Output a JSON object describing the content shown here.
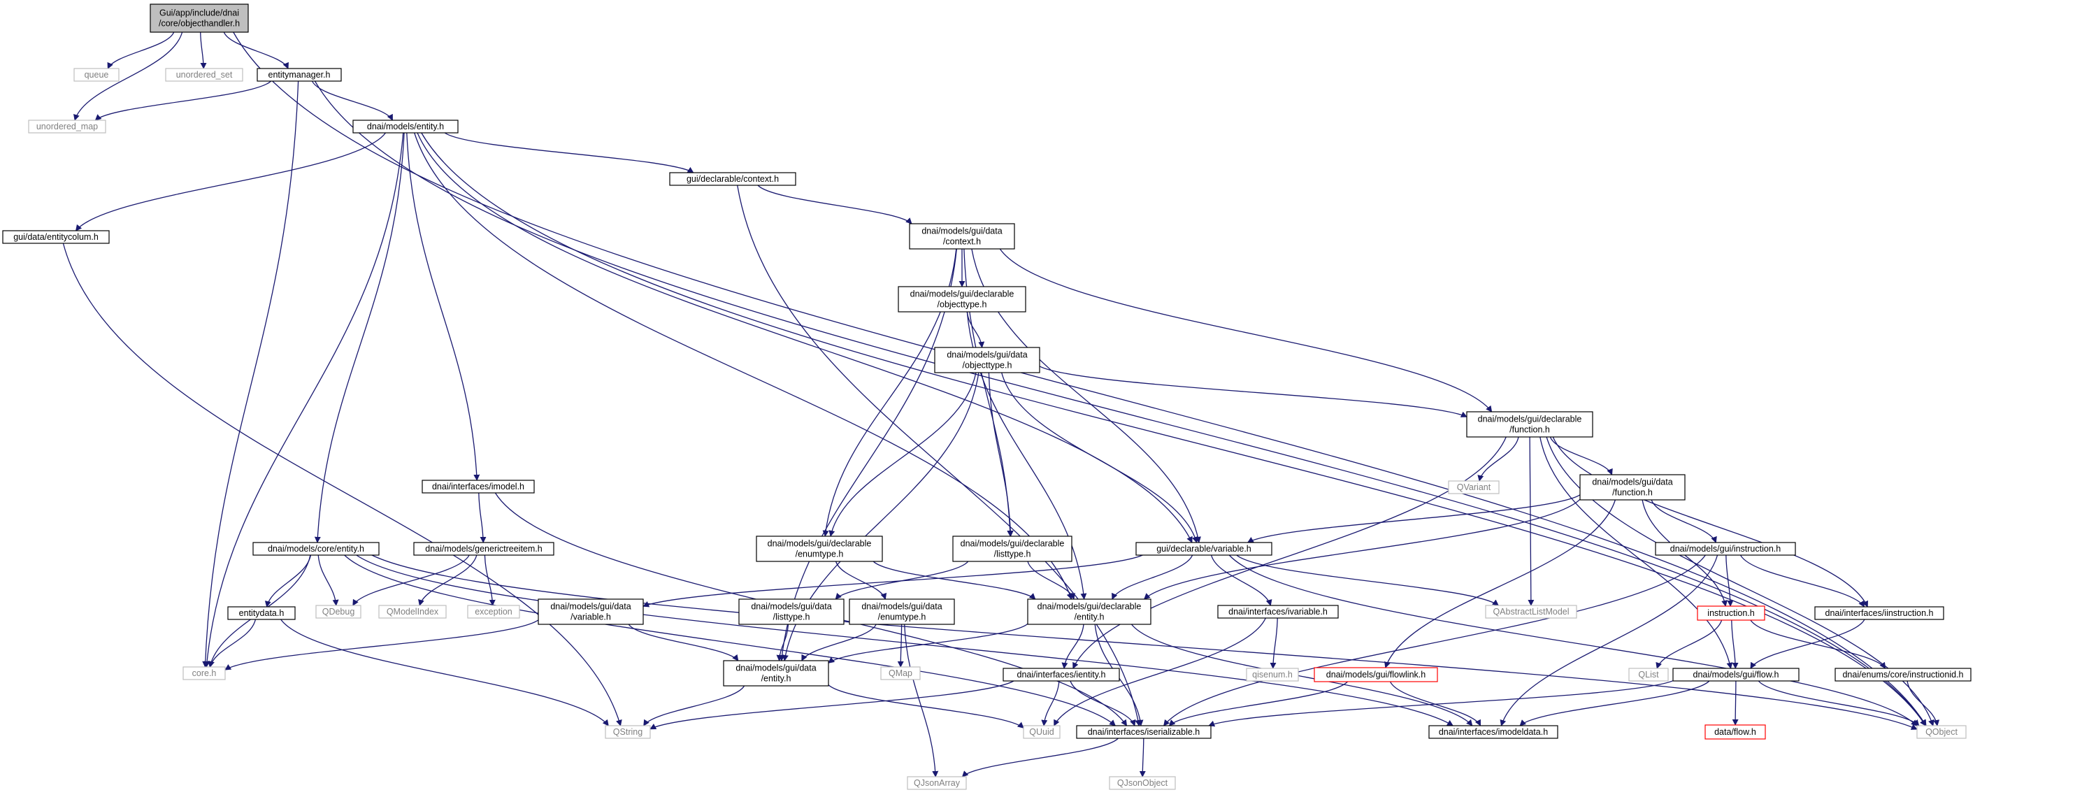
{
  "title": "Gui/app/include/dnai/core/objecthandler.h",
  "colors": {
    "edge": "#191970",
    "node_border": "#000000",
    "external_border": "#bfbfbf",
    "external_text": "#808080",
    "missing_border": "#ff0000",
    "root_fill": "#bfbfbf"
  },
  "nodes": [
    {
      "id": "root",
      "kind": "root",
      "lines": [
        "Gui/app/include/dnai",
        "/core/objecthandler.h"
      ]
    },
    {
      "id": "queue",
      "kind": "ext",
      "lines": [
        "queue"
      ]
    },
    {
      "id": "unordered_set",
      "kind": "ext",
      "lines": [
        "unordered_set"
      ]
    },
    {
      "id": "entitymanager",
      "kind": "normal",
      "lines": [
        "entitymanager.h"
      ]
    },
    {
      "id": "unordered_map",
      "kind": "ext",
      "lines": [
        "unordered_map"
      ]
    },
    {
      "id": "models_entity",
      "kind": "normal",
      "lines": [
        "dnai/models/entity.h"
      ]
    },
    {
      "id": "gui_context",
      "kind": "normal",
      "lines": [
        "gui/declarable/context.h"
      ]
    },
    {
      "id": "entitycolum",
      "kind": "normal",
      "lines": [
        "gui/data/entitycolum.h"
      ]
    },
    {
      "id": "data_context",
      "kind": "normal",
      "lines": [
        "dnai/models/gui/data",
        "/context.h"
      ]
    },
    {
      "id": "decl_objecttype",
      "kind": "normal",
      "lines": [
        "dnai/models/gui/declarable",
        "/objecttype.h"
      ]
    },
    {
      "id": "data_objecttype",
      "kind": "normal",
      "lines": [
        "dnai/models/gui/data",
        "/objecttype.h"
      ]
    },
    {
      "id": "decl_function",
      "kind": "normal",
      "lines": [
        "dnai/models/gui/declarable",
        "/function.h"
      ]
    },
    {
      "id": "qvariant",
      "kind": "ext",
      "lines": [
        "QVariant"
      ]
    },
    {
      "id": "data_function",
      "kind": "normal",
      "lines": [
        "dnai/models/gui/data",
        "/function.h"
      ]
    },
    {
      "id": "imodel",
      "kind": "normal",
      "lines": [
        "dnai/interfaces/imodel.h"
      ]
    },
    {
      "id": "core_entity",
      "kind": "normal",
      "lines": [
        "dnai/models/core/entity.h"
      ]
    },
    {
      "id": "generictreeitem",
      "kind": "normal",
      "lines": [
        "dnai/models/generictreeitem.h"
      ]
    },
    {
      "id": "decl_enumtype",
      "kind": "normal",
      "lines": [
        "dnai/models/gui/declarable",
        "/enumtype.h"
      ]
    },
    {
      "id": "decl_listtype",
      "kind": "normal",
      "lines": [
        "dnai/models/gui/declarable",
        "/listtype.h"
      ]
    },
    {
      "id": "gui_variable",
      "kind": "normal",
      "lines": [
        "gui/declarable/variable.h"
      ]
    },
    {
      "id": "gui_instruction",
      "kind": "normal",
      "lines": [
        "dnai/models/gui/instruction.h"
      ]
    },
    {
      "id": "entitydata",
      "kind": "normal",
      "lines": [
        "entitydata.h"
      ]
    },
    {
      "id": "qdebug",
      "kind": "ext",
      "lines": [
        "QDebug"
      ]
    },
    {
      "id": "qmodelindex",
      "kind": "ext",
      "lines": [
        "QModelIndex"
      ]
    },
    {
      "id": "exception",
      "kind": "ext",
      "lines": [
        "exception"
      ]
    },
    {
      "id": "data_variable",
      "kind": "normal",
      "lines": [
        "dnai/models/gui/data",
        "/variable.h"
      ]
    },
    {
      "id": "data_listtype",
      "kind": "normal",
      "lines": [
        "dnai/models/gui/data",
        "/listtype.h"
      ]
    },
    {
      "id": "data_enumtype",
      "kind": "normal",
      "lines": [
        "dnai/models/gui/data",
        "/enumtype.h"
      ]
    },
    {
      "id": "decl_entity",
      "kind": "normal",
      "lines": [
        "dnai/models/gui/declarable",
        "/entity.h"
      ]
    },
    {
      "id": "ivariable",
      "kind": "normal",
      "lines": [
        "dnai/interfaces/ivariable.h"
      ]
    },
    {
      "id": "qabstractlistmodel",
      "kind": "ext",
      "lines": [
        "QAbstractListModel"
      ]
    },
    {
      "id": "instruction",
      "kind": "red",
      "lines": [
        "instruction.h"
      ]
    },
    {
      "id": "iinstruction",
      "kind": "normal",
      "lines": [
        "dnai/interfaces/iinstruction.h"
      ]
    },
    {
      "id": "core_h",
      "kind": "ext",
      "lines": [
        "core.h"
      ]
    },
    {
      "id": "data_entity",
      "kind": "normal",
      "lines": [
        "dnai/models/gui/data",
        "/entity.h"
      ]
    },
    {
      "id": "qmap",
      "kind": "ext",
      "lines": [
        "QMap"
      ]
    },
    {
      "id": "ientity",
      "kind": "normal",
      "lines": [
        "dnai/interfaces/ientity.h"
      ]
    },
    {
      "id": "qisenum",
      "kind": "ext",
      "lines": [
        "qisenum.h"
      ]
    },
    {
      "id": "flowlink",
      "kind": "red",
      "lines": [
        "dnai/models/gui/flowlink.h"
      ]
    },
    {
      "id": "qlist",
      "kind": "ext",
      "lines": [
        "QList"
      ]
    },
    {
      "id": "gui_flow",
      "kind": "normal",
      "lines": [
        "dnai/models/gui/flow.h"
      ]
    },
    {
      "id": "instructionid",
      "kind": "normal",
      "lines": [
        "dnai/enums/core/instructionid.h"
      ]
    },
    {
      "id": "qstring",
      "kind": "ext",
      "lines": [
        "QString"
      ]
    },
    {
      "id": "quuid",
      "kind": "ext",
      "lines": [
        "QUuid"
      ]
    },
    {
      "id": "iserializable",
      "kind": "normal",
      "lines": [
        "dnai/interfaces/iserializable.h"
      ]
    },
    {
      "id": "imodeldata",
      "kind": "normal",
      "lines": [
        "dnai/interfaces/imodeldata.h"
      ]
    },
    {
      "id": "data_flow",
      "kind": "red",
      "lines": [
        "data/flow.h"
      ]
    },
    {
      "id": "qobject",
      "kind": "ext",
      "lines": [
        "QObject"
      ]
    },
    {
      "id": "qjsonarray",
      "kind": "ext",
      "lines": [
        "QJsonArray"
      ]
    },
    {
      "id": "qjsonobject",
      "kind": "ext",
      "lines": [
        "QJsonObject"
      ]
    }
  ]
}
